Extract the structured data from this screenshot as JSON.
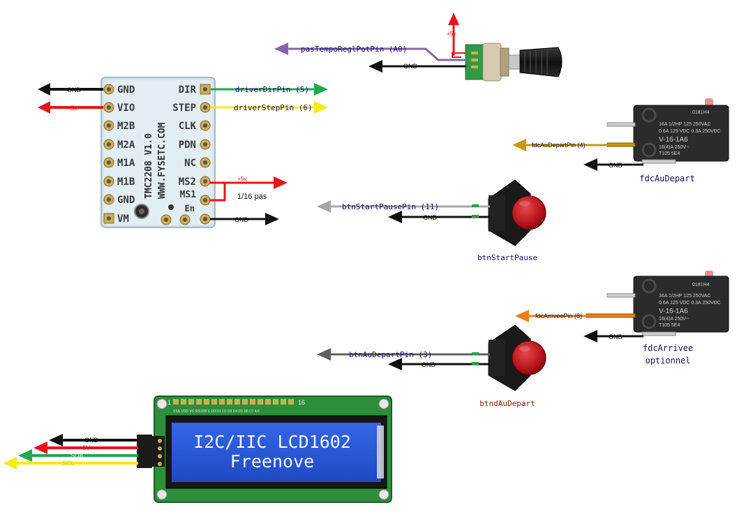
{
  "driver": {
    "left_pins": [
      "GND",
      "VIO",
      "M2B",
      "M2A",
      "M1A",
      "M1B",
      "GND",
      "VM"
    ],
    "right_pins": [
      "DIR",
      "STEP",
      "CLK",
      "PDN",
      "NC",
      "MS2",
      "MS1"
    ],
    "en_label": "En",
    "silk_model": "TMC2208 V1.0",
    "silk_url": "WWW.FYSETC.COM",
    "gnd_left": "GND",
    "vio_5v": "+5v.",
    "dir_pin": "driverDirPin (5)",
    "step_pin": "driverStepPin (6)",
    "ms2_5v": "+5v.",
    "microstep": "1/16 pas",
    "en_gnd": "GND"
  },
  "pot": {
    "pin": "pasTempoReglPotPin (A0)",
    "gnd": "GND",
    "vcc": "+5v."
  },
  "btn_start": {
    "pin": "btnStartPausePin (11)",
    "gnd": "GND",
    "title": "btnStartPause"
  },
  "btn_depart": {
    "pin": "btnAuDepartPin (3)",
    "gnd": "GND",
    "title": "btndAuDepart"
  },
  "switch_depart": {
    "pin": "fdcAuDepartPin (4)",
    "gnd": "GND",
    "title": "fdcAuDepart",
    "body_code": "0181H4",
    "rating1": "16A 1/2HP 125 250VAC",
    "rating2": "0.6A 125 VDC 0.3A 250VDC",
    "model": "V-16-1A6",
    "rating3": "16(4)A 250V~",
    "date": "T105 5E4"
  },
  "switch_arrivee": {
    "pin": "fdcArriveePin (8)",
    "gnd": "GND",
    "title": "fdcArrivee",
    "subtitle": "optionnel",
    "body_code": "0181H4",
    "rating1": "16A 1/2HP 125 250VAC",
    "rating2": "0.6A 125 VDC 0.3A 250VDC",
    "model": "V-16-1A6",
    "rating3": "16(4)A 250V~",
    "date": "T105 5E4"
  },
  "lcd": {
    "line1": "I2C/IIC LCD1602",
    "line2": "Freenove",
    "pin_one": "1",
    "pin_sixteen": "16",
    "header_pins": "VSS VDD VO RS RW E  D0 D1 D2 D3 D4 D5 D6 D7 A  K",
    "gnd": "GND",
    "vcc": "+5V",
    "sda": "SDA",
    "scl": "SCL"
  },
  "colors": {
    "black_wire": "#111111",
    "red_wire": "#e8141c",
    "green_wire": "#1fa84f",
    "yellow_wire": "#f5ea14",
    "purple_wire": "#8466ad",
    "gray_wire": "#a8a8a8",
    "dark_gray_wire": "#606060",
    "orange_wire": "#ee7d1a",
    "gold_wire": "#c8980a",
    "label_blue": "#101060",
    "pcb_green": "#2c8f3a",
    "lcd_blue": "#2a5ad8"
  }
}
